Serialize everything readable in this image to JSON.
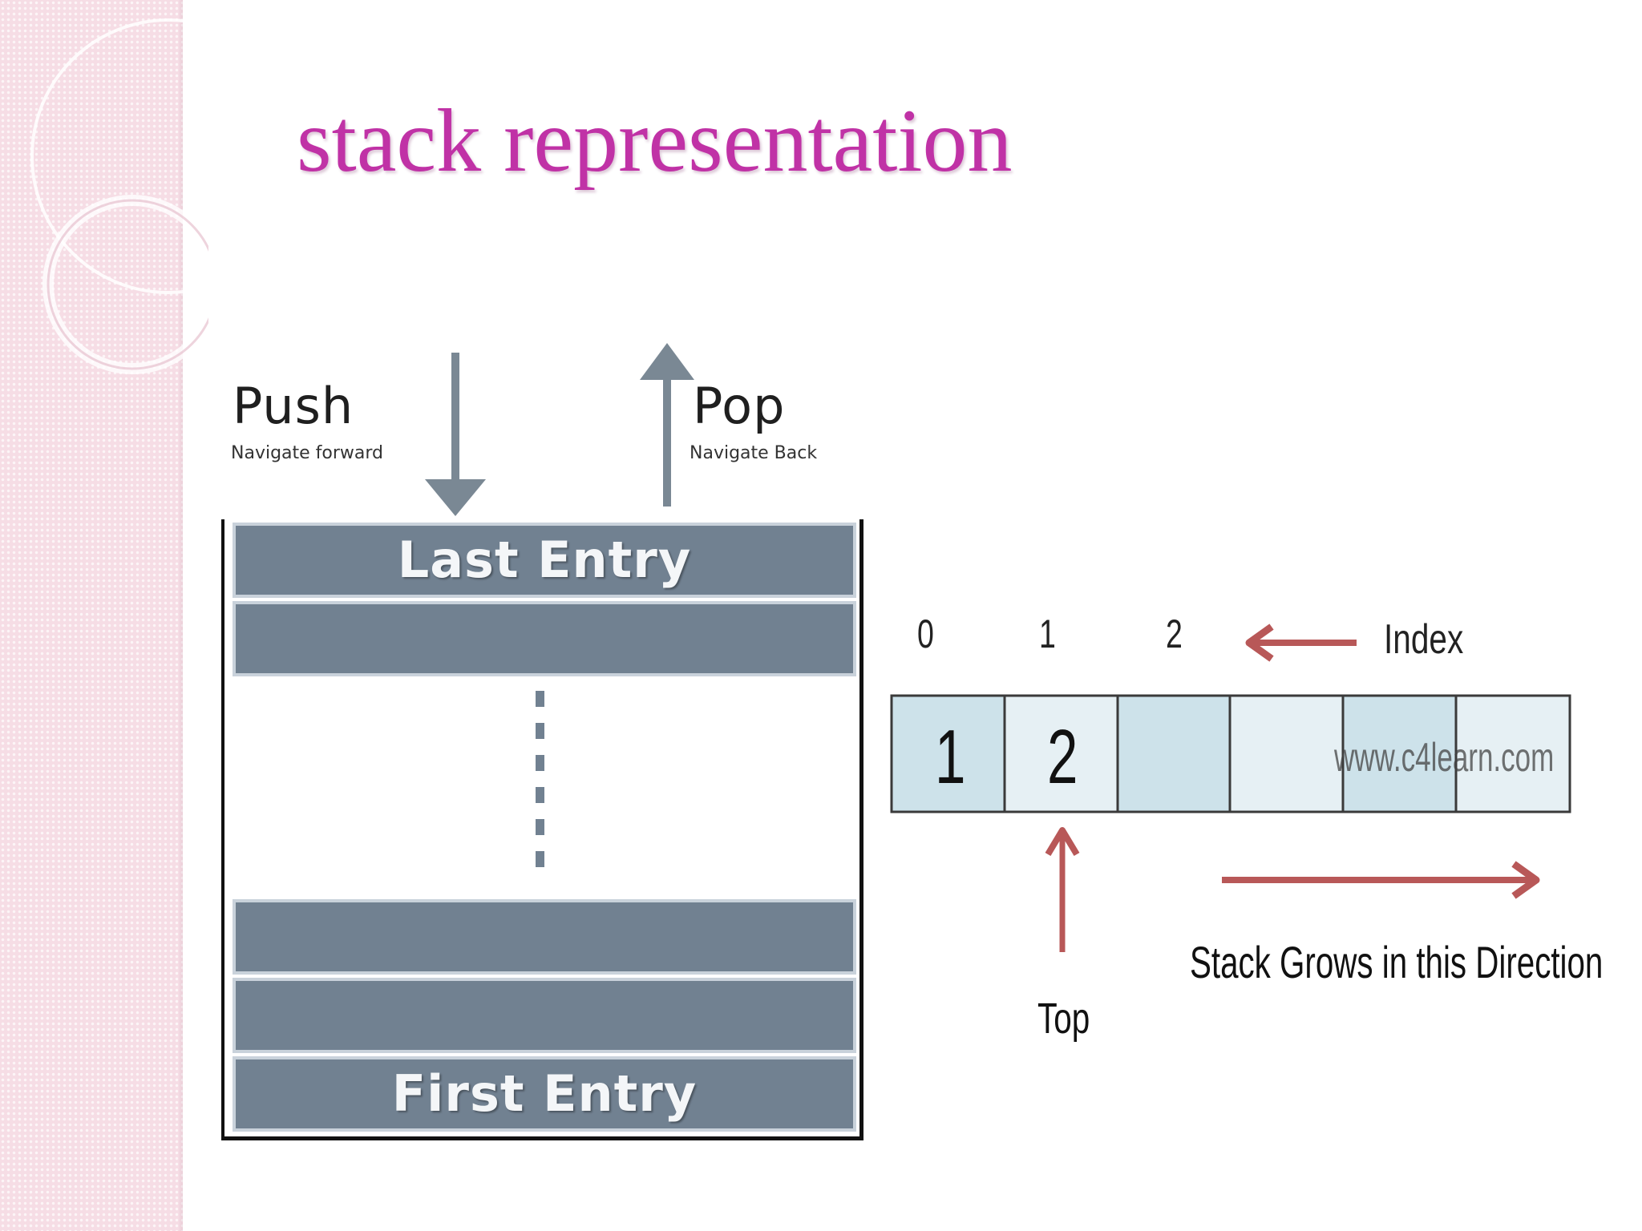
{
  "slide": {
    "title": "stack representation"
  },
  "stack_diagram": {
    "push_label": "Push",
    "push_sublabel": "Navigate forward",
    "pop_label": "Pop",
    "pop_sublabel": "Navigate Back",
    "last_entry_label": "Last Entry",
    "first_entry_label": "First Entry"
  },
  "array_diagram": {
    "index_labels": [
      "0",
      "1",
      "2"
    ],
    "index_caption": "Index",
    "cells": [
      "1",
      "2",
      "",
      "",
      "",
      ""
    ],
    "watermark": "www.c4learn.com",
    "top_label": "Top",
    "growth_label": "Stack Grows in this Direction"
  },
  "colors": {
    "title": "#c032a6",
    "slot_fill": "#718191",
    "arrow_gray": "#7a8894",
    "arrow_red": "#b85858",
    "cell_dark": "#cde2ea",
    "cell_light": "#e6f0f4"
  }
}
